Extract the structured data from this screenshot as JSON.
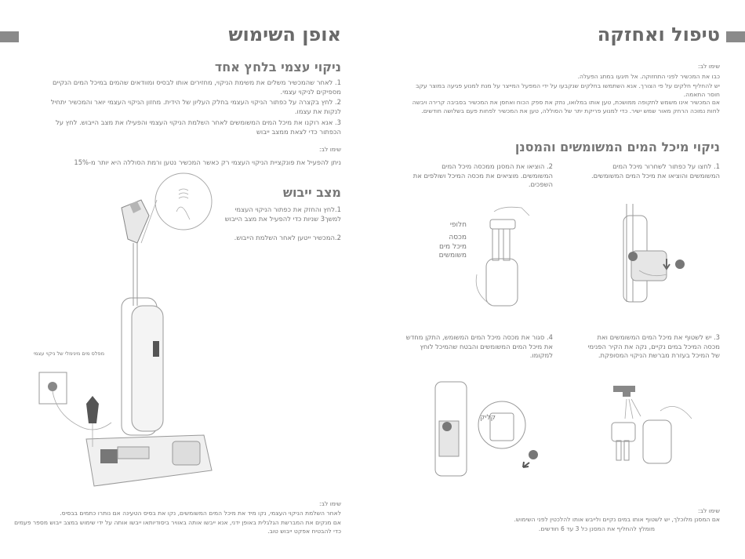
{
  "right_page": {
    "title": "טיפול ואחזקה",
    "note_label": "שימו לב:",
    "notes": [
      "כבו את המכשיר לפני התחזוקה. אל תיגעו במתג הפעלה.",
      "יש להחליף חלקים על פי הצורך. אנא השתמשו בחלקים שנקבעו על ידי המפעל המייצר על מנת למנוע פגיעה במוצר עקב חוסר התאמה.",
      "אם המכשיר אינו משמש לתקופה ממושכת, טען אותו במלואו, נתק את ספק הכוח ואחסן את המכשיר בסביבה קרירה ויבשה לחות נמוכה הרחק מאור שמש ישיר. כדי למנוע פריקת יתר של הסוללה, טען את המכשיר לפחות פעם בשלושה חודשים."
    ],
    "section_title": "ניקוי מיכל המים המשומשים והמסנן",
    "step1": "1. לחצו על כפתור לשחרור מיכל המים המשומשים והוציאו את מיכל המים המשומשים.",
    "step2": "2. הוציאו את המסנן ממכסה מיכל המים המשומשים. מוציאים את מכסה המיכל ושולפים את השפכים.",
    "labels": {
      "float": "חלופי",
      "cover": "מכסה",
      "tank": "מיכל מים משומשים"
    },
    "step3": "3. יש לשטוף את מיכל המים המשומשים ואת מכסה המיכל במים נקיים, נקה את הקיר הפנימי של המיכל בעזרת מברשת הניקוי המסופקת.",
    "step4": "4. סגור את מכסה מיכל המים המשומש, התקן מחדש את מיכל המים המשומשים והבטח שהמיכל לוחץ למקומו.",
    "click_label": "קליק",
    "bottom_note_label": "שימו לב:",
    "bottom_notes": [
      "אם המסנן מלוכלך, יש לשטוף אותו במים נקיים ולייבש אותו להלכטין לפני השימוש.",
      "מומלץ להחליף את המסנן כל 3 עד 6 חודשים."
    ]
  },
  "left_page": {
    "title": "אופן השימוש",
    "section1_title": "ניקוי עצמי בלחץ אחד",
    "s1_items": [
      "1. לאחר שהמכשיר משלים את משימת הניקוי, מחזירים אותו לבסיס ומוודאים שהמים במיכל המים הנקיים מספיקים לניקוי עצמי.",
      "2. לחץ בקצרה על כפתור הניקוי העצמי  בחלק העליון של הידית. מחזון הניקוי העצמי יואר והמכשיר יתחיל לנקות את עצמו.",
      "3. אנא רוקנו את מיכל המים המשומשים לאחר השלמת הניקוי העצמי והפעילו את מצב הייבוש. לחץ על הכפתור כדי לצאת ממצב ייבוש"
    ],
    "s1_note_label": "שימו לב:",
    "s1_note": "ניתן להפעיל את פונקציית הניקוי העצמי רק כאשר המכשיר נטען ורמת הסוללה היא יותר מ-15%",
    "section2_title": "מצב ייבוש",
    "s2_items": [
      "1.לחץ והחזק את כפתור הניקוי העצמי למשך3 שניות כדי להפעיל את מצב הייבוש",
      "2.המכשיר ייטען לאחר השלמת הייבוש."
    ],
    "side_label": "מפלס מים מינימלי של ניקוי עצמי",
    "bottom_note_label": "שימו לב:",
    "bottom_notes": [
      "לאחר השלמת הניקוי העצמי, נקו מיד את מיכל המים המשומשים, נקו את בסיס הטעינה אם נותרו כתמים בבסיס.",
      "אם מנקים את המברשת הגלגלית באופן ידני, אנא ייבשו אותה באוויר ביסודיותאו ייבשו אותה על ידי שימוש במצב ייבוש מספר פעמים כדי להבטיח אפקט ייבוש טוב."
    ]
  },
  "colors": {
    "heading": "#6a6a6a",
    "bar": "#8a8a8a",
    "text": "#777777",
    "line": "#9a9a9a"
  }
}
